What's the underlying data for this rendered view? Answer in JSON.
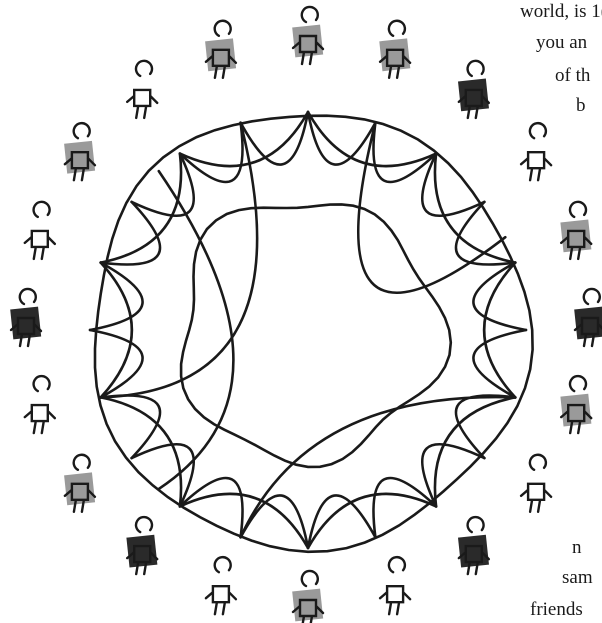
{
  "page": {
    "background": "#ffffff",
    "ink_color": "#1a1a1a",
    "shading": {
      "light": "#9a9a9a",
      "dark": "#2a2a2a"
    },
    "text_fragments": [
      "world, is 1(",
      "you an",
      "of th",
      "b",
      "n",
      "sam",
      "friends"
    ]
  },
  "figure": {
    "description_icon": "circle-of-people-network-icon",
    "person_count": 20,
    "person_shading": [
      "light",
      "light",
      "dark",
      "none",
      "light",
      "dark",
      "light",
      "none",
      "dark",
      "none",
      "light",
      "none",
      "dark",
      "light",
      "none",
      "dark",
      "none",
      "light",
      "none",
      "light"
    ]
  }
}
